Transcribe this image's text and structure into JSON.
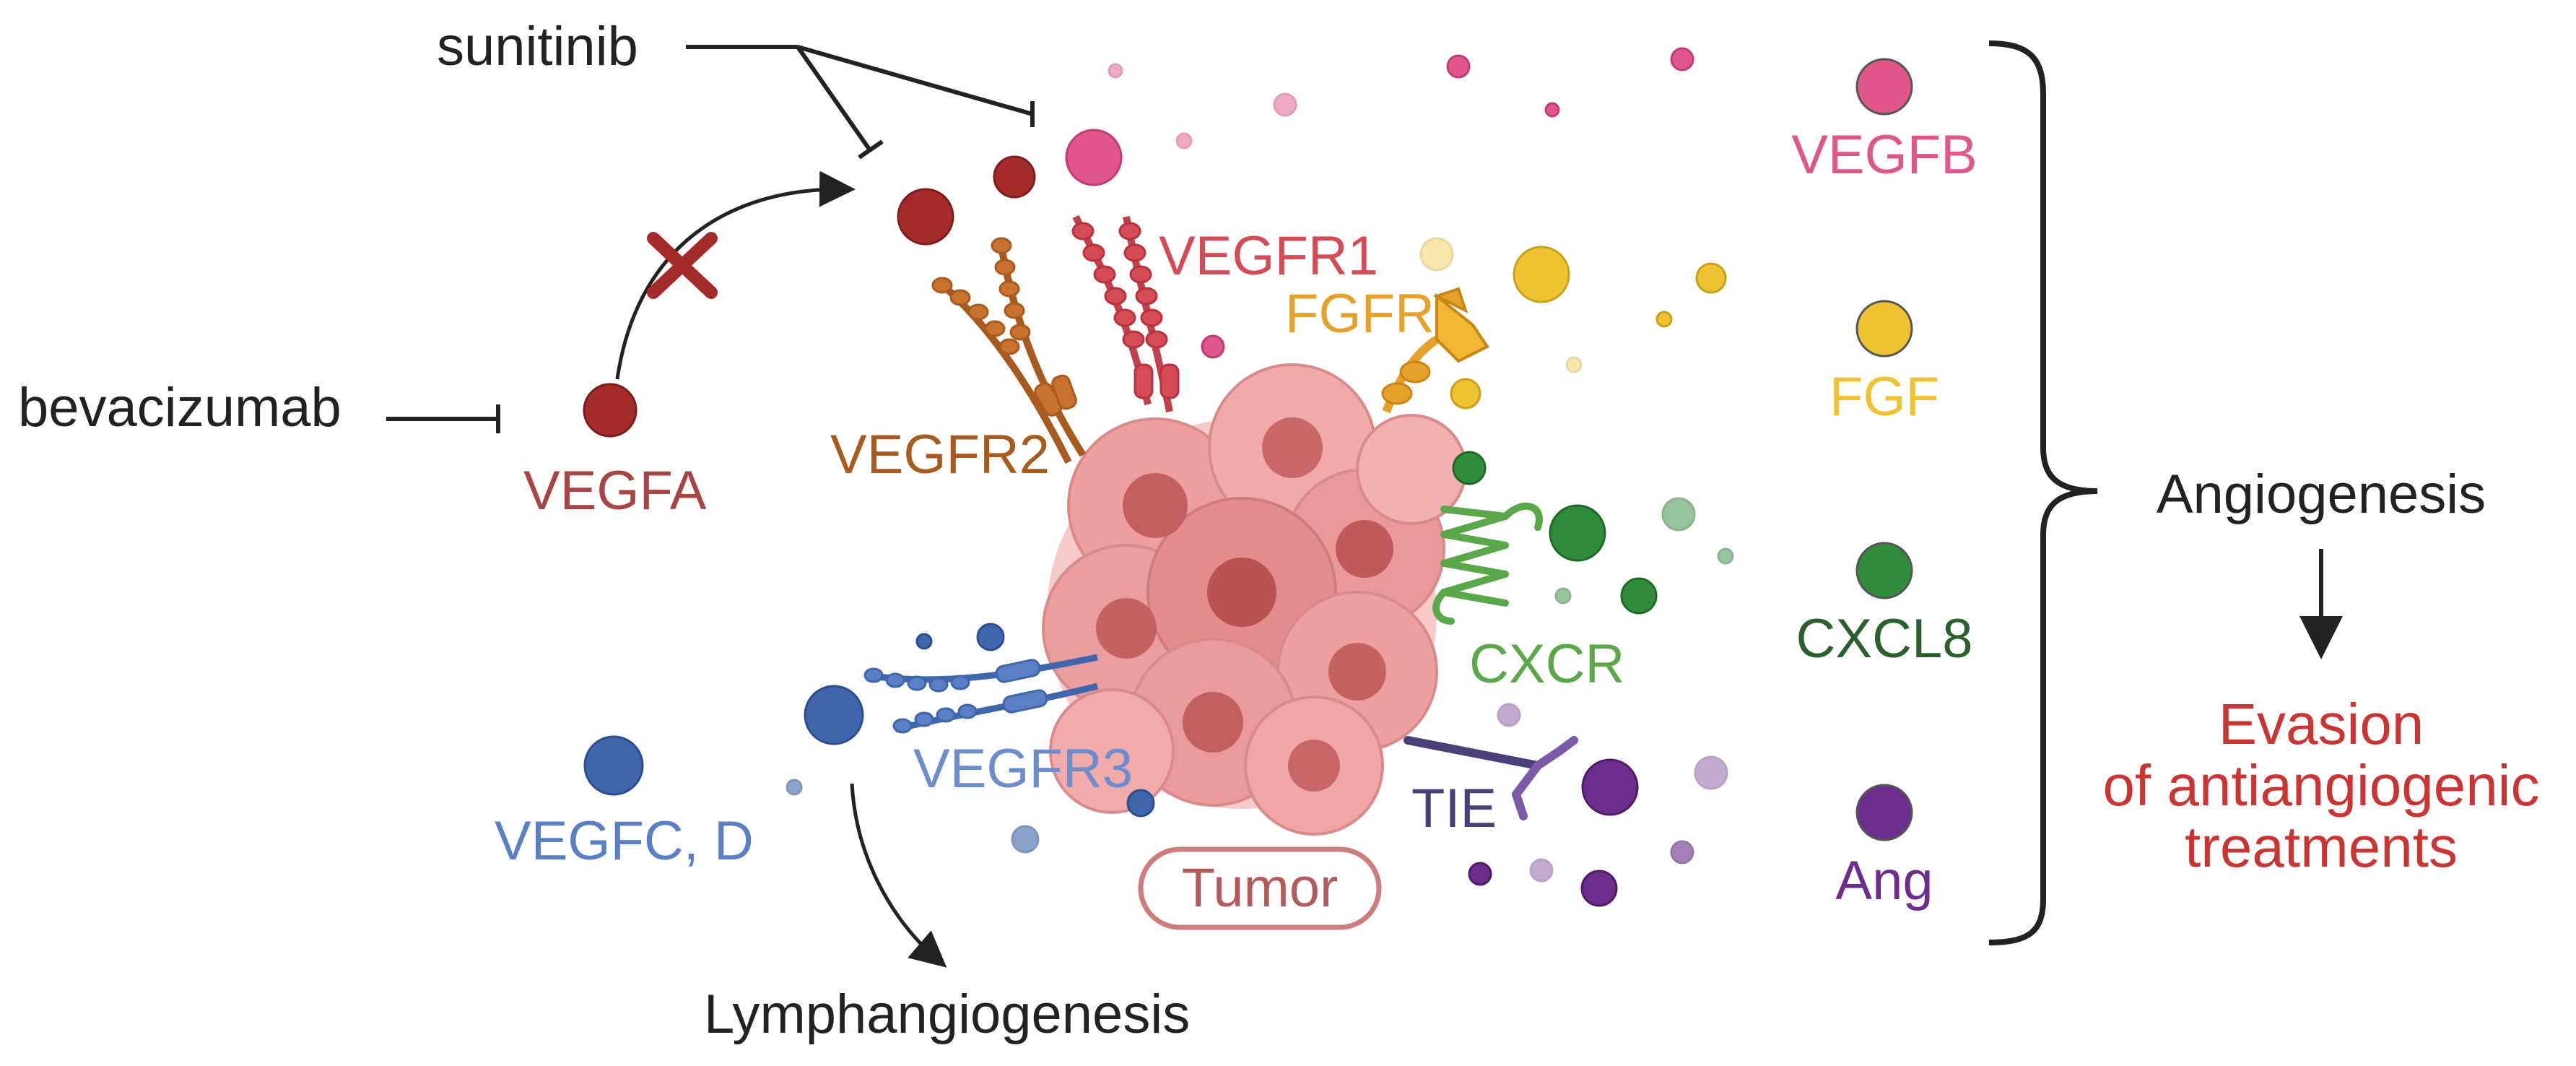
{
  "drugs": {
    "sunitinib": "sunitinib",
    "bevacizumab": "bevacizumab"
  },
  "receptors": {
    "vegfr1": "VEGFR1",
    "vegfr2": "VEGFR2",
    "vegfr3": "VEGFR3",
    "fgfr": "FGFR",
    "cxcr": "CXCR",
    "tie": "TIE"
  },
  "ligands": {
    "vegfa": "VEGFA",
    "vegfc_d": "VEGFC, D"
  },
  "tumor_label": "Tumor",
  "lymph": "Lymphangiogenesis",
  "legend": [
    {
      "label": "VEGFB",
      "color": "#e0558a"
    },
    {
      "label": "FGF",
      "color": "#eec230"
    },
    {
      "label": "CXCL8",
      "color": "#2f8c3a"
    },
    {
      "label": "Ang",
      "color": "#6d2d8c"
    }
  ],
  "angiogenesis": "Angiogenesis",
  "evasion": [
    "Evasion",
    "of antiangiogenic",
    "treatments"
  ],
  "colors": {
    "vegfa": "#a52a2a",
    "vegfr1": "#d44a55",
    "vegfr2": "#c8722f",
    "vegfr3": "#5b7fc4",
    "fgfr": "#e6a12a",
    "cxcr": "#5aa84a",
    "tie": "#4b3f7a",
    "evasion": "#cc3333",
    "tumor": "#d98080"
  }
}
